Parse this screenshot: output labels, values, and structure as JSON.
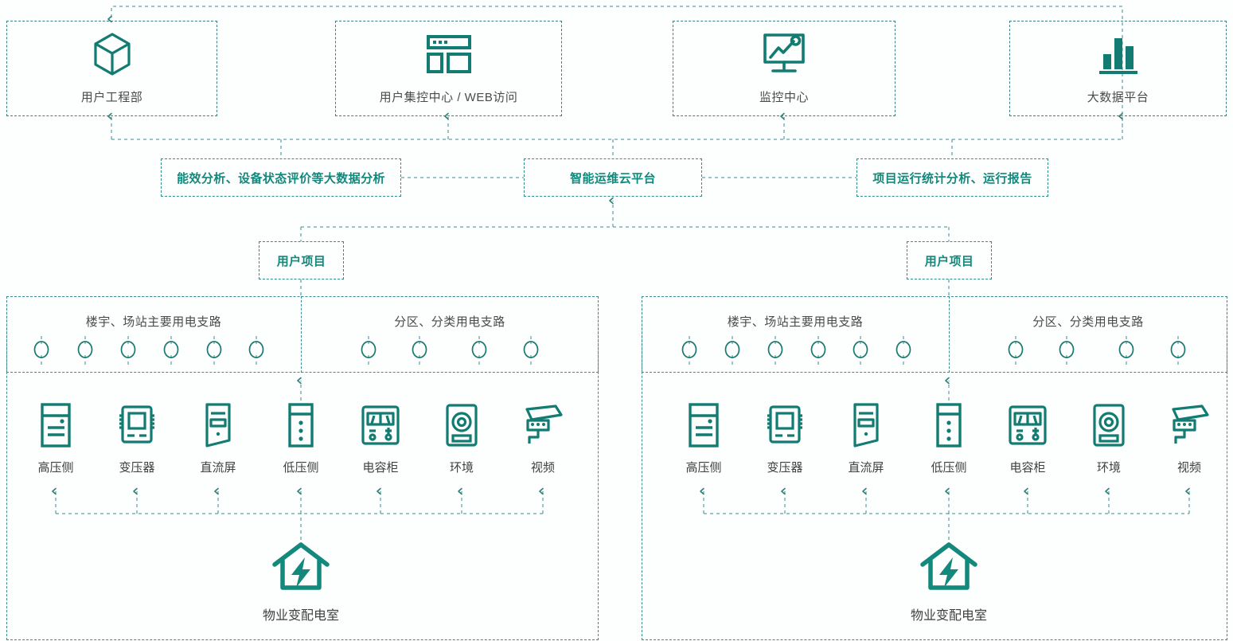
{
  "theme": {
    "accent": "#12897c",
    "icon_color": "#127b72",
    "line_color": "#3d8a8f",
    "text_color": "#4a4a4a",
    "background": "#fdfefe"
  },
  "top_row": {
    "cards": [
      {
        "id": "user-engineering-dept",
        "label": "用户工程部",
        "icon": "cube-icon"
      },
      {
        "id": "user-control-center-web",
        "label": "用户集控中心 / WEB访问",
        "icon": "browser-window-icon"
      },
      {
        "id": "monitoring-center",
        "label": "监控中心",
        "icon": "monitor-chart-icon"
      },
      {
        "id": "big-data-platform",
        "label": "大数据平台",
        "icon": "bar-chart-icon"
      }
    ]
  },
  "platform_row": {
    "left_box": "能效分析、设备状态评价等大数据分析",
    "center_box": "智能运维云平台",
    "right_box": "项目运行统计分析、运行报告"
  },
  "project_row": {
    "left_project": "用户项目",
    "right_project": "用户项目"
  },
  "panels": [
    {
      "id": "left-site-panel",
      "branch_groups": [
        {
          "title": "楼宇、场站主要用电支路",
          "count": 6
        },
        {
          "title": "分区、分类用电支路",
          "count": 4
        }
      ],
      "devices": [
        {
          "label": "高压侧",
          "icon": "hv-cabinet-icon"
        },
        {
          "label": "变压器",
          "icon": "transformer-icon"
        },
        {
          "label": "直流屏",
          "icon": "dc-panel-icon"
        },
        {
          "label": "低压侧",
          "icon": "lv-cabinet-icon"
        },
        {
          "label": "电容柜",
          "icon": "capacitor-meter-icon"
        },
        {
          "label": "环境",
          "icon": "environment-sensor-icon"
        },
        {
          "label": "视频",
          "icon": "cctv-camera-icon"
        }
      ],
      "source": {
        "label": "物业变配电室",
        "icon": "house-power-icon"
      }
    },
    {
      "id": "right-site-panel",
      "branch_groups": [
        {
          "title": "楼宇、场站主要用电支路",
          "count": 6
        },
        {
          "title": "分区、分类用电支路",
          "count": 4
        }
      ],
      "devices": [
        {
          "label": "高压侧",
          "icon": "hv-cabinet-icon"
        },
        {
          "label": "变压器",
          "icon": "transformer-icon"
        },
        {
          "label": "直流屏",
          "icon": "dc-panel-icon"
        },
        {
          "label": "低压侧",
          "icon": "lv-cabinet-icon"
        },
        {
          "label": "电容柜",
          "icon": "capacitor-meter-icon"
        },
        {
          "label": "环境",
          "icon": "environment-sensor-icon"
        },
        {
          "label": "视频",
          "icon": "cctv-camera-icon"
        }
      ],
      "source": {
        "label": "物业变配电室",
        "icon": "house-power-icon"
      }
    }
  ]
}
